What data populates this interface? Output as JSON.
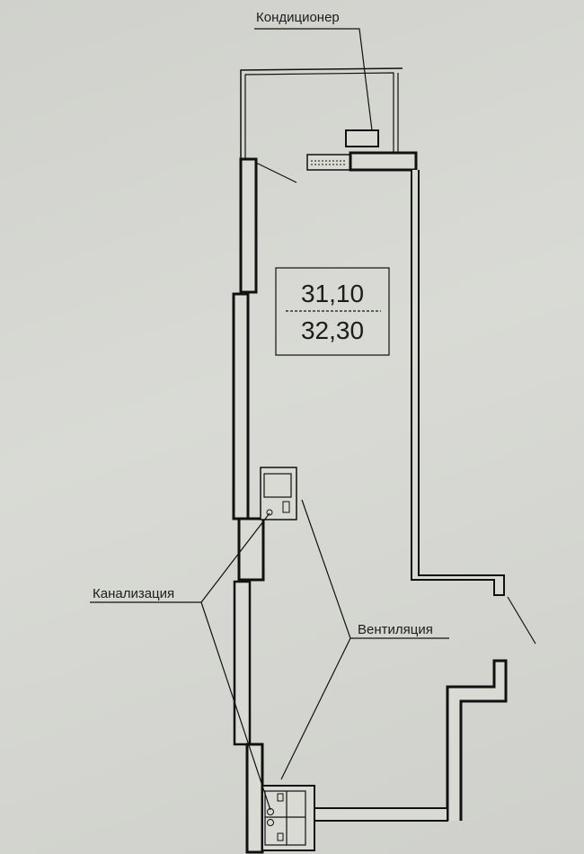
{
  "labels": {
    "air_conditioner": "Кондиционер",
    "sewerage": "Канализация",
    "ventilation": "Вентиляция"
  },
  "area": {
    "living": "31,10",
    "total": "32,30"
  }
}
